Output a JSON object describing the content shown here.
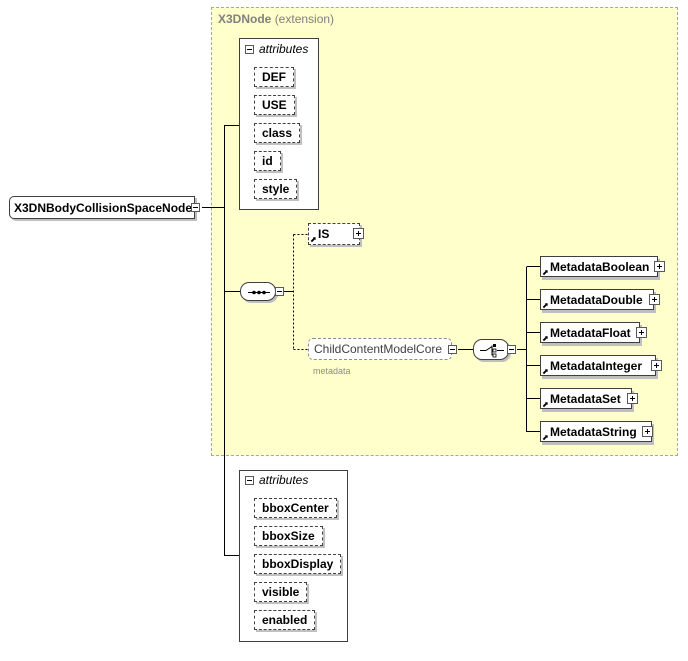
{
  "extension": {
    "name": "X3DNode",
    "suffix": "(extension)"
  },
  "root_element": "X3DNBodyCollisionSpaceNode",
  "base_attributes": {
    "heading": "attributes",
    "items": [
      "DEF",
      "USE",
      "class",
      "id",
      "style"
    ]
  },
  "IS_element": "IS",
  "child_group": {
    "label": "ChildContentModelCore",
    "sub_label": "metadata"
  },
  "metadata_elements": [
    "MetadataBoolean",
    "MetadataDouble",
    "MetadataFloat",
    "MetadataInteger",
    "MetadataSet",
    "MetadataString"
  ],
  "own_attributes": {
    "heading": "attributes",
    "items": [
      "bboxCenter",
      "bboxSize",
      "bboxDisplay",
      "visible",
      "enabled"
    ]
  }
}
